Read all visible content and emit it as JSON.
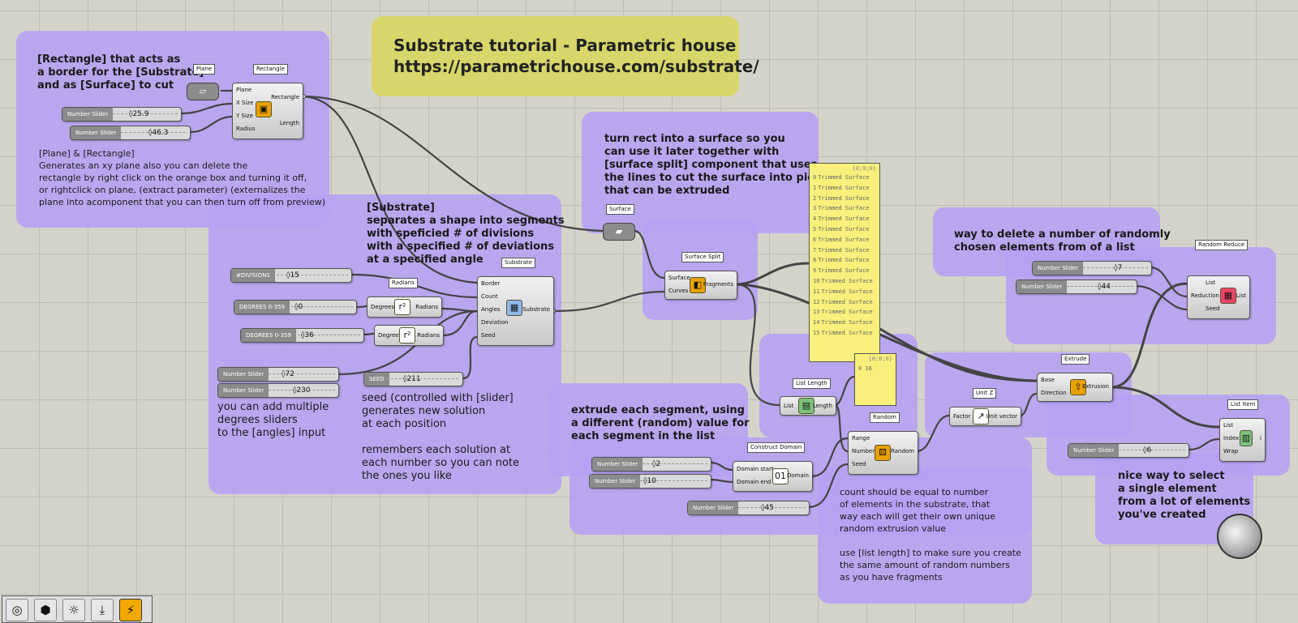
{
  "title_box": {
    "line1": "Substrate tutorial - Parametric house",
    "line2": "https://parametrichouse.com/substrate/"
  },
  "notes": {
    "rectangle": "[Rectangle] that acts as\na border for the [Substrate]\nand as [Surface] to cut",
    "plane_rect": "[Plane] & [Rectangle]\nGenerates an xy plane also you can delete the\nrectangle by right click on the orange box and turning it off,\nor rightclick on plane, (extract parameter) (externalizes the\nplane into acomponent that you can then turn off from preview)",
    "substrate": "[Substrate]\nseparates a shape into segments\nwith speficied # of divisions\nwith a specified # of deviations\nat a specified angle",
    "surface": "turn rect into a surface so you\ncan use it later together with\n[surface split] component that uses\nthe lines to cut the surface into pieces\nthat can be extruded",
    "random_reduce": "way to delete a number of randomly\nchosen elements from of a list",
    "angles": "you can add multiple\ndegrees sliders\nto the [angles] input",
    "seed": "seed (controlled with [slider]\ngenerates new solution\nat each position\n\nremembers each solution at\neach number so you can note\nthe ones you like",
    "extrude": "extrude each segment, using\na different (random) value for\neach segment in the list",
    "count": "count should be equal to number\nof elements in the substrate, that\nway each will get their own unique\nrandom extrusion value\n\nuse [list length] to make sure you create\nthe same amount of random numbers\nas you have fragments",
    "list_item": "nice way to select\na single element\nfrom a lot of elements\nyou've created"
  },
  "tags": {
    "plane": "Plane",
    "rectangle": "Rectangle",
    "substrate": "Substrate",
    "radians": "Radians",
    "surface": "Surface",
    "surface_split": "Surface Split",
    "random_reduce": "Random Reduce",
    "list_length": "List Length",
    "random": "Random",
    "construct_domain": "Construct Domain",
    "unit_z": "Unit Z",
    "extrude": "Extrude",
    "list_item": "List Item"
  },
  "components": {
    "rectangle": {
      "inputs": [
        "Plane",
        "X Size",
        "Y Size",
        "Radius"
      ],
      "outputs": [
        "Rectangle",
        "Length"
      ]
    },
    "substrate": {
      "inputs": [
        "Border",
        "Count",
        "Angles",
        "Deviation",
        "Seed"
      ],
      "outputs": [
        "Substrate"
      ]
    },
    "radians1": {
      "inputs": [
        "Degrees"
      ],
      "outputs": [
        "Radians"
      ]
    },
    "radians2": {
      "inputs": [
        "Degrees"
      ],
      "outputs": [
        "Radians"
      ]
    },
    "surface_split": {
      "inputs": [
        "Surface",
        "Curves"
      ],
      "outputs": [
        "Fragments"
      ]
    },
    "random_reduce": {
      "inputs": [
        "List",
        "Reduction",
        "Seed"
      ],
      "outputs": [
        "List"
      ]
    },
    "list_length": {
      "inputs": [
        "List"
      ],
      "outputs": [
        "Length"
      ]
    },
    "random": {
      "inputs": [
        "Range",
        "Number",
        "Seed"
      ],
      "outputs": [
        "Random"
      ]
    },
    "construct_domain": {
      "inputs": [
        "Domain start",
        "Domain end"
      ],
      "outputs": [
        "Domain"
      ]
    },
    "unit_z": {
      "inputs": [
        "Factor"
      ],
      "outputs": [
        "Unit vector"
      ]
    },
    "extrude": {
      "inputs": [
        "Base",
        "Direction"
      ],
      "outputs": [
        "Extrusion"
      ]
    },
    "list_item": {
      "inputs": [
        "List",
        "Index",
        "Wrap"
      ],
      "outputs": [
        "i"
      ]
    }
  },
  "sliders": {
    "xsize": {
      "label": "Number Slider",
      "value": "25.9"
    },
    "ysize": {
      "label": "Number Slider",
      "value": "46.3"
    },
    "divisions": {
      "label": "#DIVISIONS",
      "value": "15"
    },
    "deg1": {
      "label": "DEGREES 0-359",
      "value": "0"
    },
    "deg2": {
      "label": "DEGREES 0-359",
      "value": "36"
    },
    "ns72": {
      "label": "Number Slider",
      "value": "72"
    },
    "ns230": {
      "label": "Number Slider",
      "value": "230"
    },
    "seed": {
      "label": "SEED",
      "value": "211"
    },
    "rr7": {
      "label": "Number Slider",
      "value": "7"
    },
    "rr44": {
      "label": "Number Slider",
      "value": "44"
    },
    "dom2": {
      "label": "Number Slider",
      "value": "2"
    },
    "dom10": {
      "label": "Number Slider",
      "value": "10"
    },
    "n45": {
      "label": "Number Slider",
      "value": "45"
    },
    "idx6": {
      "label": "Number Slider",
      "value": "6"
    }
  },
  "panel_fragments": {
    "header": "{0;0;0}",
    "rows": [
      {
        "i": "0",
        "text": "Trimmed Surface"
      },
      {
        "i": "1",
        "text": "Trimmed Surface"
      },
      {
        "i": "2",
        "text": "Trimmed Surface"
      },
      {
        "i": "3",
        "text": "Trimmed Surface"
      },
      {
        "i": "4",
        "text": "Trimmed Surface"
      },
      {
        "i": "5",
        "text": "Trimmed Surface"
      },
      {
        "i": "6",
        "text": "Trimmed Surface"
      },
      {
        "i": "7",
        "text": "Trimmed Surface"
      },
      {
        "i": "8",
        "text": "Trimmed Surface"
      },
      {
        "i": "9",
        "text": "Trimmed Surface"
      },
      {
        "i": "10",
        "text": "Trimmed Surface"
      },
      {
        "i": "11",
        "text": "Trimmed Surface"
      },
      {
        "i": "12",
        "text": "Trimmed Surface"
      },
      {
        "i": "13",
        "text": "Trimmed Surface"
      },
      {
        "i": "14",
        "text": "Trimmed Surface"
      },
      {
        "i": "15",
        "text": "Trimmed Surface"
      }
    ]
  },
  "panel_length": {
    "header": "{0;0;0}",
    "row": "0 16"
  },
  "toolbar": [
    "disc-icon",
    "box-icon",
    "sun-icon",
    "bake-icon",
    "preview-icon"
  ]
}
